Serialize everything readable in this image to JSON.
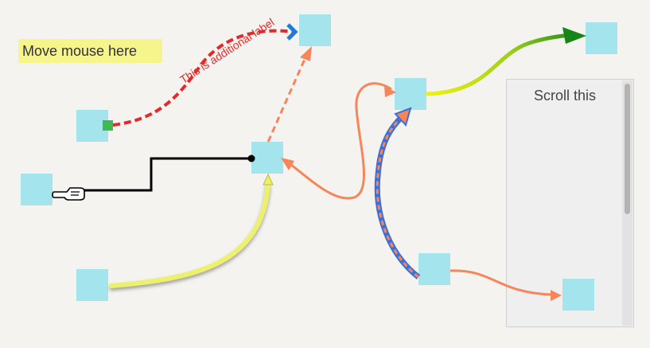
{
  "hover_label": {
    "text": "Move mouse here",
    "bg": "#f6f58b"
  },
  "scroll_panel": {
    "title": "Scroll this"
  },
  "edge_label": {
    "text": "This is additional label",
    "color": "#e22a2a"
  },
  "colors": {
    "node": "#a4e4ec",
    "red_dash": "#e22a2a",
    "orange": "#f7855a",
    "blue": "#3c6fd8",
    "yellow": "#ecf06a",
    "green": "#188a18",
    "black": "#000000",
    "start_square": "#3cba54"
  },
  "icons": {
    "hand": "pointing-hand-icon"
  }
}
